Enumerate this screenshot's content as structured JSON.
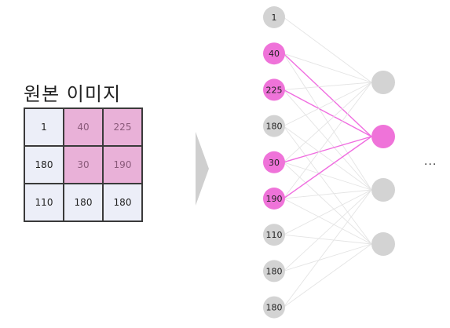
{
  "title": "원본 이미지",
  "grid": [
    [
      {
        "value": "1",
        "highlight": false
      },
      {
        "value": "40",
        "highlight": true
      },
      {
        "value": "225",
        "highlight": true
      }
    ],
    [
      {
        "value": "180",
        "highlight": false
      },
      {
        "value": "30",
        "highlight": true
      },
      {
        "value": "190",
        "highlight": true
      }
    ],
    [
      {
        "value": "110",
        "highlight": false
      },
      {
        "value": "180",
        "highlight": false
      },
      {
        "value": "180",
        "highlight": false
      }
    ]
  ],
  "input_nodes": [
    {
      "label": "1",
      "highlight": false
    },
    {
      "label": "40",
      "highlight": true
    },
    {
      "label": "225",
      "highlight": true
    },
    {
      "label": "180",
      "highlight": false
    },
    {
      "label": "30",
      "highlight": true
    },
    {
      "label": "190",
      "highlight": true
    },
    {
      "label": "110",
      "highlight": false
    },
    {
      "label": "180",
      "highlight": false
    },
    {
      "label": "180",
      "highlight": false
    }
  ],
  "hidden_nodes": [
    {
      "highlight": false
    },
    {
      "highlight": true
    },
    {
      "highlight": false
    },
    {
      "highlight": false
    }
  ],
  "ellipsis": "...",
  "colors": {
    "pink": "#ef73d9",
    "gray": "#d3d3d3",
    "pink_line": "#f06de0",
    "gray_line": "#e4e4e4",
    "cell_pink": "#e9b1d8",
    "cell_plain": "#eceef8"
  }
}
